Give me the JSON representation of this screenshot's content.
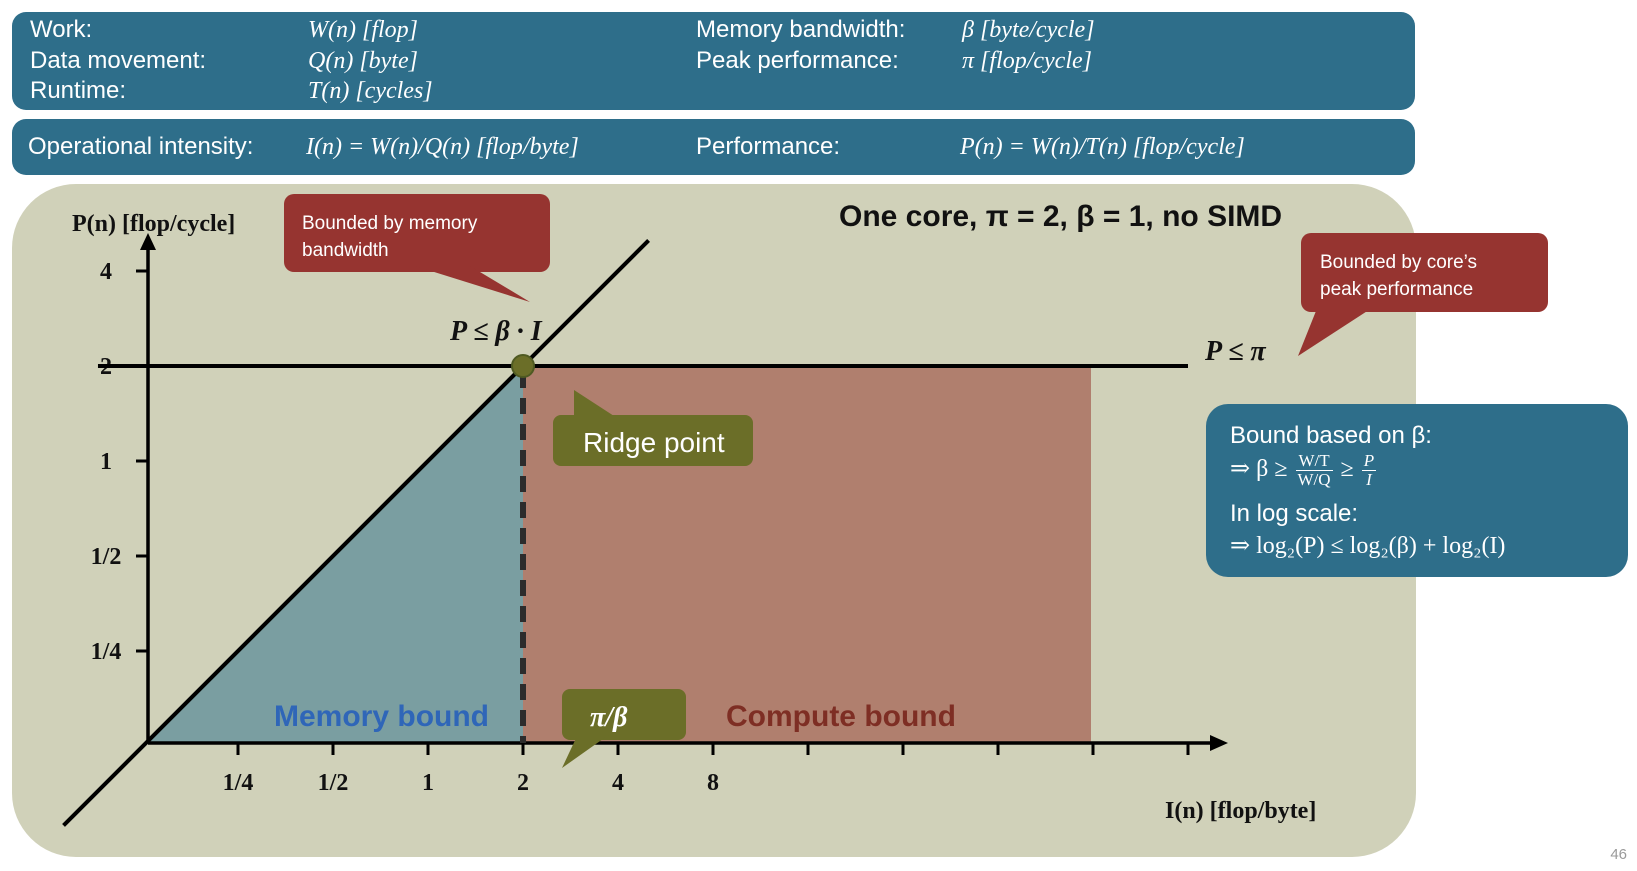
{
  "header": {
    "rows": [
      {
        "label": "Work:",
        "value": "W(n) [flop]",
        "label2": "Memory bandwidth:",
        "value2": "β [byte/cycle]"
      },
      {
        "label": "Data movement:",
        "value": "Q(n) [byte]",
        "label2": "Peak performance:",
        "value2": "π [flop/cycle]"
      },
      {
        "label": "Runtime:",
        "value": "T(n)  [cycles]",
        "label2": "",
        "value2": ""
      }
    ],
    "intensity_label": "Operational intensity:",
    "intensity_formula": "I(n) = W(n)/Q(n) [flop/byte]",
    "performance_label": "Performance:",
    "performance_formula": "P(n) = W(n)/T(n) [flop/cycle]"
  },
  "chart_data": {
    "type": "line",
    "title": "One core, π = 2, β = 1, no SIMD",
    "xlabel": "I(n) [flop/byte]",
    "ylabel": "P(n) [flop/cycle]",
    "x_scale": "log2",
    "y_scale": "log2",
    "x_ticks": [
      "1/4",
      "1/2",
      "1",
      "2",
      "4",
      "8"
    ],
    "x_tick_values": [
      0.25,
      0.5,
      1,
      2,
      4,
      8
    ],
    "y_ticks": [
      "4",
      "2",
      "1",
      "1/2",
      "1/4"
    ],
    "y_tick_values": [
      4,
      2,
      1,
      0.5,
      0.25
    ],
    "series": [
      {
        "name": "P ≤ β · I",
        "x": [
          0.07,
          5
        ],
        "y": [
          0.07,
          5
        ]
      },
      {
        "name": "P ≤ π",
        "x": [
          0.09,
          256
        ],
        "y": [
          2,
          2
        ]
      }
    ],
    "ridge_point": {
      "x": 2,
      "y": 2,
      "label": "Ridge point"
    },
    "ridge_x_label": "π/β",
    "regions": [
      {
        "label": "Memory bound",
        "color": "#7a9ea1"
      },
      {
        "label": "Compute bound",
        "color": "#b07f6e"
      }
    ],
    "bound_bandwidth_label": "P ≤ β · I",
    "bound_peak_label": "P ≤ π",
    "callouts": {
      "bandwidth": [
        "Bounded by memory",
        "bandwidth"
      ],
      "peak": [
        "Bounded by core’s",
        "peak performance"
      ]
    }
  },
  "side_box": {
    "line1": "Bound based on β:",
    "line2_prefix": "⇒ β ≥",
    "frac1_num": "W/T",
    "frac1_den": "W/Q",
    "geq": "≥",
    "frac2_num": "P",
    "frac2_den": "I",
    "line3": "In log scale:",
    "line4": "⇒ log₂(P) ≤ log₂(β) + log₂(I)"
  },
  "colors": {
    "header_blue": "#2e6e8a",
    "panel": "#d0d1b9",
    "callout_red": "#963430",
    "ridge_green": "#6b6e28",
    "memory_text": "#2f66b8",
    "compute_text": "#7e2e24"
  },
  "page_number": "46"
}
